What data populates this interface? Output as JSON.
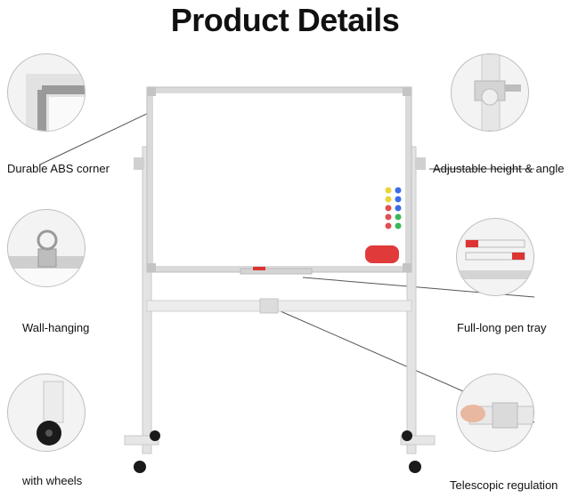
{
  "title": "Product Details",
  "features": [
    {
      "label": "Durable ABS corner"
    },
    {
      "label": "Wall-hanging"
    },
    {
      "label": "with wheels"
    },
    {
      "label": "Adjustable height & angle"
    },
    {
      "label": "Full-long pen tray"
    },
    {
      "label": "Telescopic regulation"
    }
  ],
  "colors": {
    "frame": "#d7d7d7",
    "board": "#ffffff",
    "stand": "#e6e6e6",
    "eraser": "#e03a3a",
    "wheel": "#1a1a1a"
  }
}
